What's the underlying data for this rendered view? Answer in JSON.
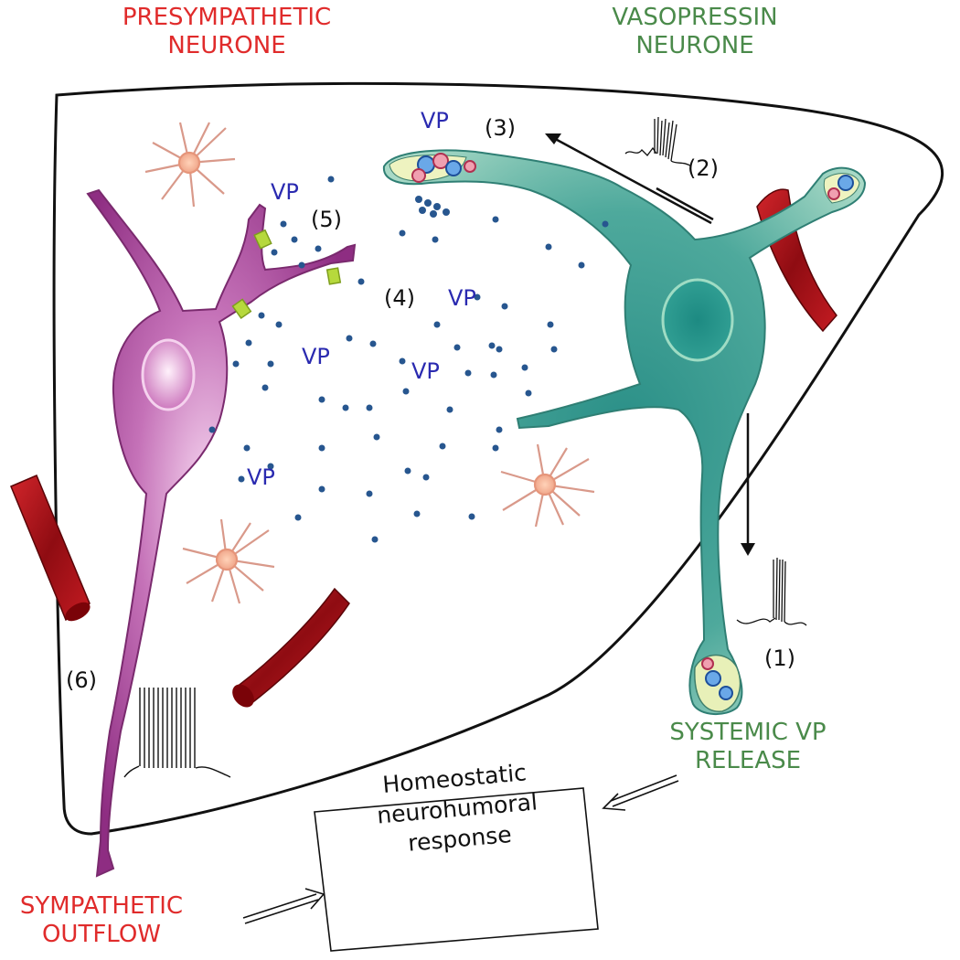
{
  "labels": {
    "presympathetic_line1": "PRESYMPATHETIC",
    "presympathetic_line2": "NEURONE",
    "vasopressin_line1": "VASOPRESSIN",
    "vasopressin_line2": "NEURONE",
    "systemic_line1": "SYSTEMIC VP",
    "systemic_line2": "RELEASE",
    "sympathetic_line1": "SYMPATHETIC",
    "sympathetic_line2": "OUTFLOW"
  },
  "vp_label": "VP",
  "steps": [
    "(1)",
    "(2)",
    "(3)",
    "(4)",
    "(5)",
    "(6)"
  ],
  "response_box": {
    "line1": "Homeostatic",
    "line2": "neurohumoral",
    "line3": "response"
  },
  "colors": {
    "red_label": "#e02b2b",
    "green_label": "#4a8a4a",
    "vp_text": "#2a2ab0",
    "presympathetic_neurone": "#a0408f",
    "vasopressin_neurone": "#3f9f8f",
    "blood_vessel": "#b3141c",
    "astrocyte": "#d9998a",
    "vp_dot": "#27568f",
    "receptor": "#b6d93c"
  }
}
